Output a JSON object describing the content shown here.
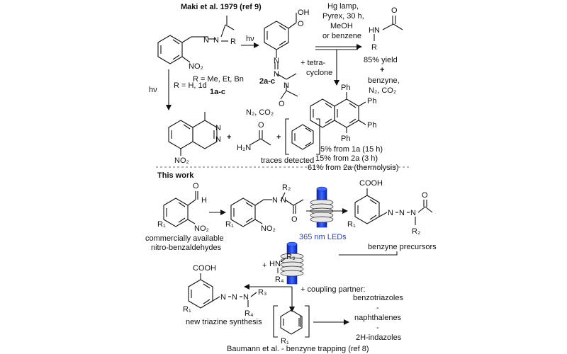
{
  "header": {
    "maki_title": "Maki et al. 1979 (ref 9)",
    "this_work": "This work"
  },
  "maki": {
    "hv": "hν",
    "r_variants": "R = Me, Et, Bn",
    "compound_1": "1a-c",
    "compound_2": "2a-c",
    "cond_line1": "Hg lamp,",
    "cond_line2": "Pyrex, 30 h,",
    "cond_line3": "MeOH",
    "cond_line4": "or benzene",
    "yield": "85% yield",
    "plus": "+",
    "benzyne": "benzyne,",
    "byproducts": "N₂, CO₂",
    "tetra1": "+ tetra-",
    "tetra2": "cyclone",
    "hv_down": "hν",
    "rh": "R = H, 1d",
    "n2co2": "N₂, CO₂",
    "traces": "traces detected",
    "ph": "Ph",
    "y1": "5% from 1a (15 h)",
    "y2": "15% from 2a (3 h)",
    "y3": "61% from 2a (thermolysis)"
  },
  "work": {
    "commercial1": "commercially available",
    "commercial2": "nitro-benzaldehydes",
    "led": "365 nm LEDs",
    "precursors": "benzyne precursors",
    "coupling": "+ coupling partner:",
    "triazine": "new triazine synthesis",
    "p1": "benzotriazoles",
    "p2": "naphthalenes",
    "p3": "2H-indazoles",
    "dash": "-",
    "baumann": "Baumann et al. - benzyne trapping (ref 8)",
    "cooh": "COOH"
  },
  "colors": {
    "led": "#2a3fd8",
    "reactor_blue": "#1f3dff"
  }
}
